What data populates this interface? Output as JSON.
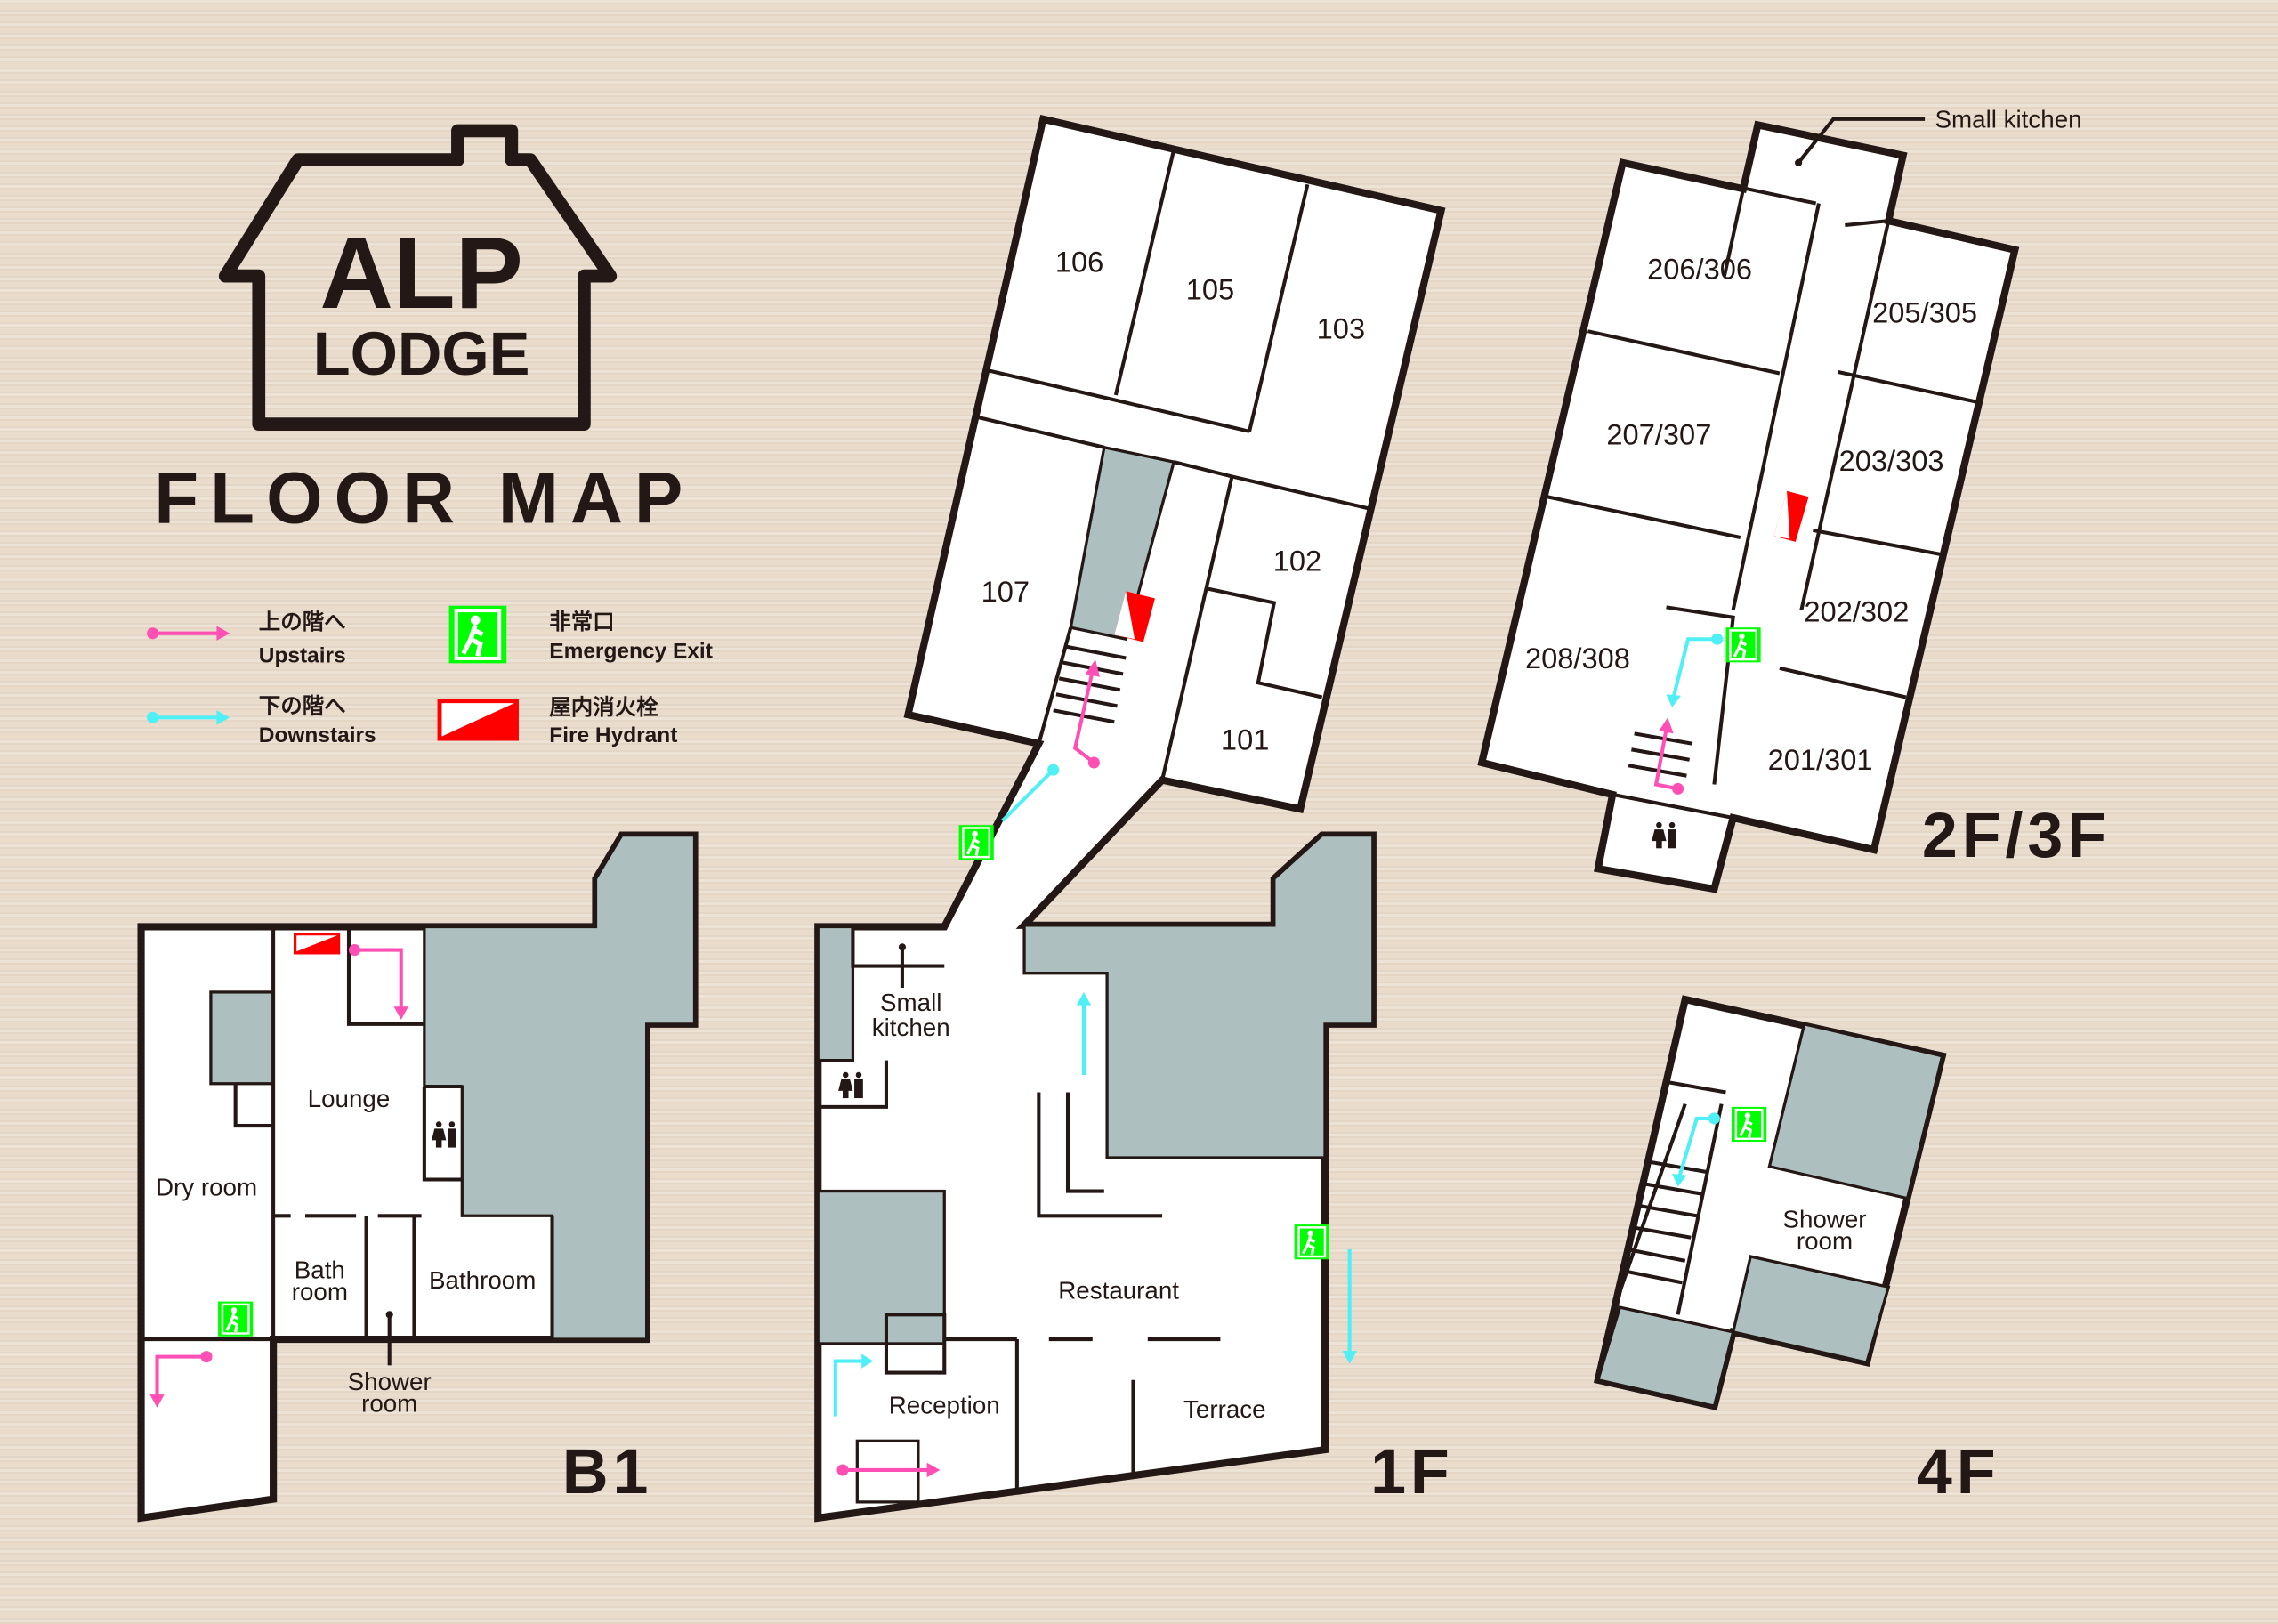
{
  "logo": {
    "line1": "ALP",
    "line2": "LODGE"
  },
  "title": "FLOOR MAP",
  "legend": {
    "upstairs": {
      "jp": "上の階へ",
      "en": "Upstairs",
      "color": "#ff4fb4"
    },
    "downstairs": {
      "jp": "下の階へ",
      "en": "Downstairs",
      "color": "#4ff0f5"
    },
    "exit": {
      "jp": "非常口",
      "en": "Emergency Exit",
      "color": "#00ff00"
    },
    "hydrant": {
      "jp": "屋内消火栓",
      "en": "Fire Hydrant",
      "color": "#ff0000"
    }
  },
  "floors": {
    "b1": {
      "name": "B1",
      "rooms": {
        "lounge": "Lounge",
        "dry": "Dry room",
        "bath1": "Bath",
        "bath2": "room",
        "bathroom": "Bathroom",
        "shower1": "Shower",
        "shower2": "room"
      }
    },
    "f1": {
      "name": "1F",
      "rooms": [
        "106",
        "105",
        "103",
        "107",
        "102",
        "101"
      ],
      "kitchen1": "Small",
      "kitchen2": "kitchen",
      "restaurant": "Restaurant",
      "reception": "Reception",
      "terrace": "Terrace"
    },
    "f23": {
      "name": "2F/3F",
      "rooms": [
        "206/306",
        "205/305",
        "207/307",
        "203/303",
        "202/302",
        "208/308",
        "201/301"
      ],
      "kitchen": "Small kitchen"
    },
    "f4": {
      "name": "4F",
      "shower1": "Shower",
      "shower2": "room"
    }
  }
}
